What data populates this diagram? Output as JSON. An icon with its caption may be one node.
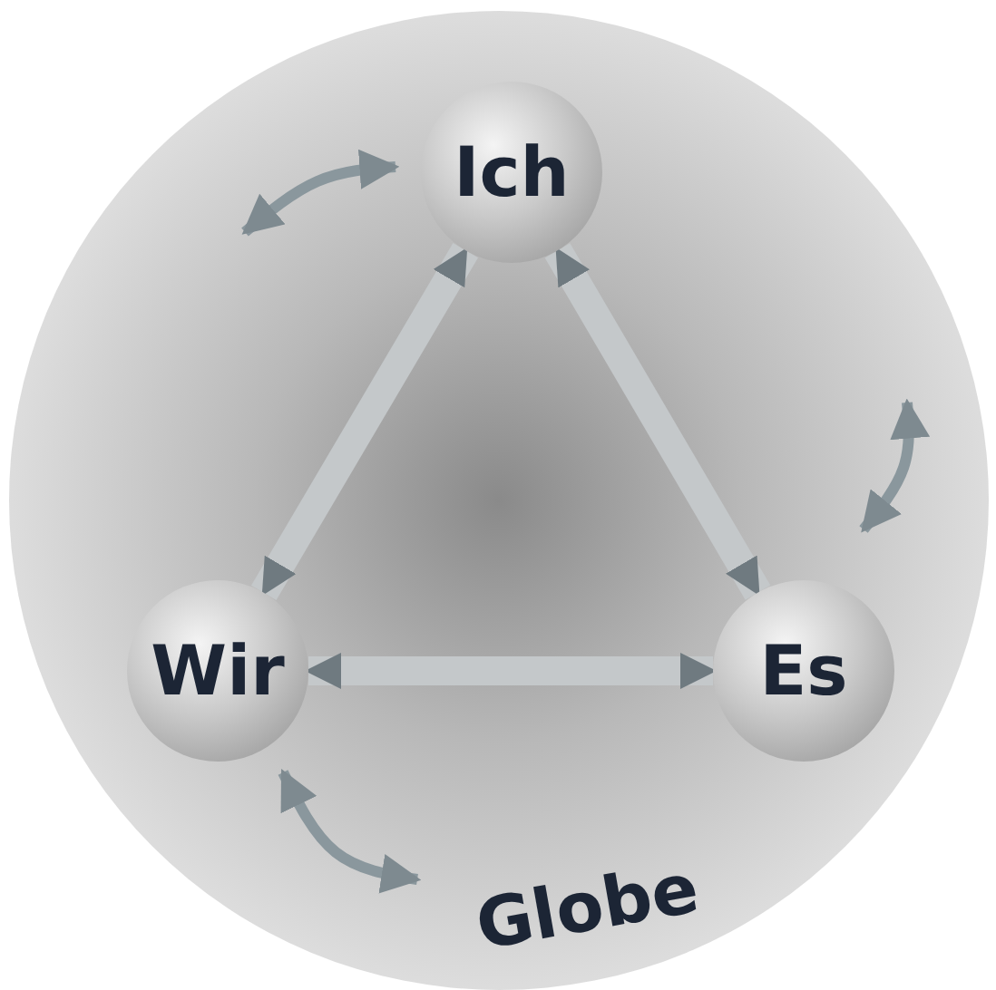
{
  "diagram": {
    "nodes": [
      {
        "text": [
          "Globe"
        ]
      },
      {
        "text": [
          "Ich"
        ],
        "in": 0
      },
      {
        "text": [
          "Wir"
        ],
        "in": 0
      },
      {
        "text": [
          "Es"
        ],
        "in": 0
      }
    ],
    "edges": [
      {
        "from": 1,
        "to": 3,
        "arrow": "both"
      },
      {
        "from": 3,
        "to": 2,
        "arrow": "both"
      },
      {
        "from": 2,
        "to": 1,
        "arrow": "both"
      }
    ]
  }
}
